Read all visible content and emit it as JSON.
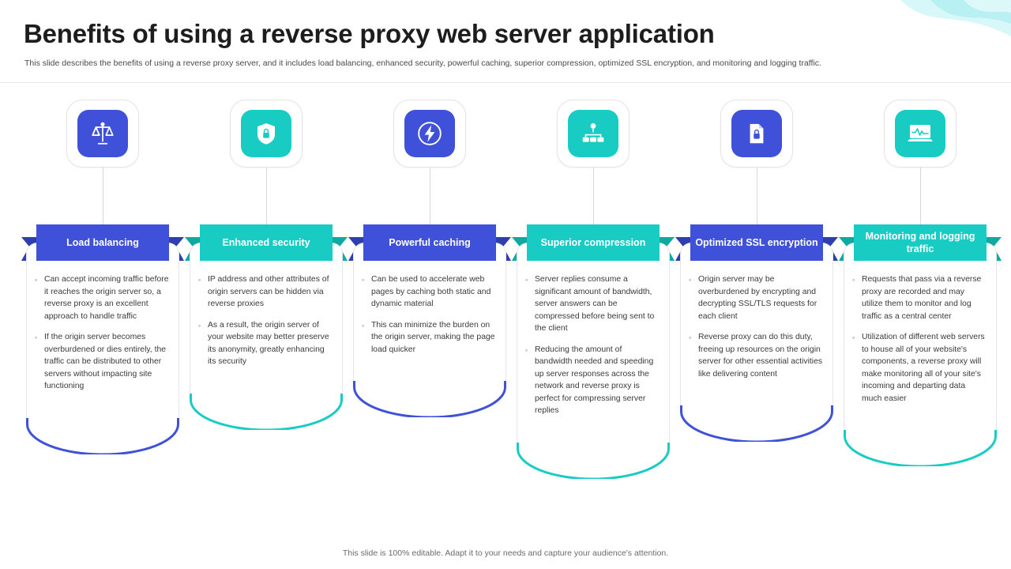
{
  "title": "Benefits of using a reverse proxy web server application",
  "subtitle": "This slide describes the benefits of using a reverse proxy server, and it includes load balancing, enhanced security, powerful caching, superior compression, optimized SSL encryption, and monitoring and logging traffic.",
  "footer": "This slide is 100% editable. Adapt it to your needs and capture your audience's attention.",
  "colors": {
    "blue": "#3f51d8",
    "teal": "#18ccc4",
    "text_dark": "#1d1d1d",
    "text_body": "#3a3a3a"
  },
  "columns": [
    {
      "icon": "balance-scale-icon",
      "color": "#3f51d8",
      "heading": "Load balancing",
      "bullets": [
        "Can accept incoming traffic before it reaches the origin server so, a reverse proxy is an excellent approach to handle traffic",
        "If the origin server becomes overburdened or dies entirely, the traffic can be distributed to other servers without impacting site functioning"
      ]
    },
    {
      "icon": "shield-lock-icon",
      "color": "#18ccc4",
      "heading": "Enhanced security",
      "bullets": [
        "IP address and other attributes of origin servers can be hidden via reverse proxies",
        "As a result, the origin server of your website may better preserve its anonymity, greatly enhancing its security"
      ]
    },
    {
      "icon": "lightning-bolt-icon",
      "color": "#3f51d8",
      "heading": "Powerful caching",
      "bullets": [
        "Can be used to accelerate web pages by caching both static and dynamic material",
        "This can minimize the burden on the origin server, making the page load quicker"
      ]
    },
    {
      "icon": "network-nodes-icon",
      "color": "#18ccc4",
      "heading": "Superior compression",
      "bullets": [
        "Server replies consume a significant amount of bandwidth, server answers can be compressed before being sent to the client",
        "Reducing the amount of bandwidth needed and speeding up server responses across the network and reverse proxy is perfect for compressing server replies"
      ]
    },
    {
      "icon": "document-lock-icon",
      "color": "#3f51d8",
      "heading": "Optimized SSL encryption",
      "bullets": [
        "Origin server may be overburdened by encrypting and decrypting SSL/TLS requests for each client",
        "Reverse proxy can do this duty, freeing up resources on the origin server for other essential activities like delivering content"
      ]
    },
    {
      "icon": "laptop-monitor-icon",
      "color": "#18ccc4",
      "heading": "Monitoring and logging traffic",
      "bullets": [
        "Requests that pass via a reverse proxy are recorded and may utilize them to monitor and log traffic as a central center",
        "Utilization of different web servers to house all of your website's components, a reverse proxy will make monitoring all of your site's incoming and departing data much easier"
      ]
    }
  ]
}
